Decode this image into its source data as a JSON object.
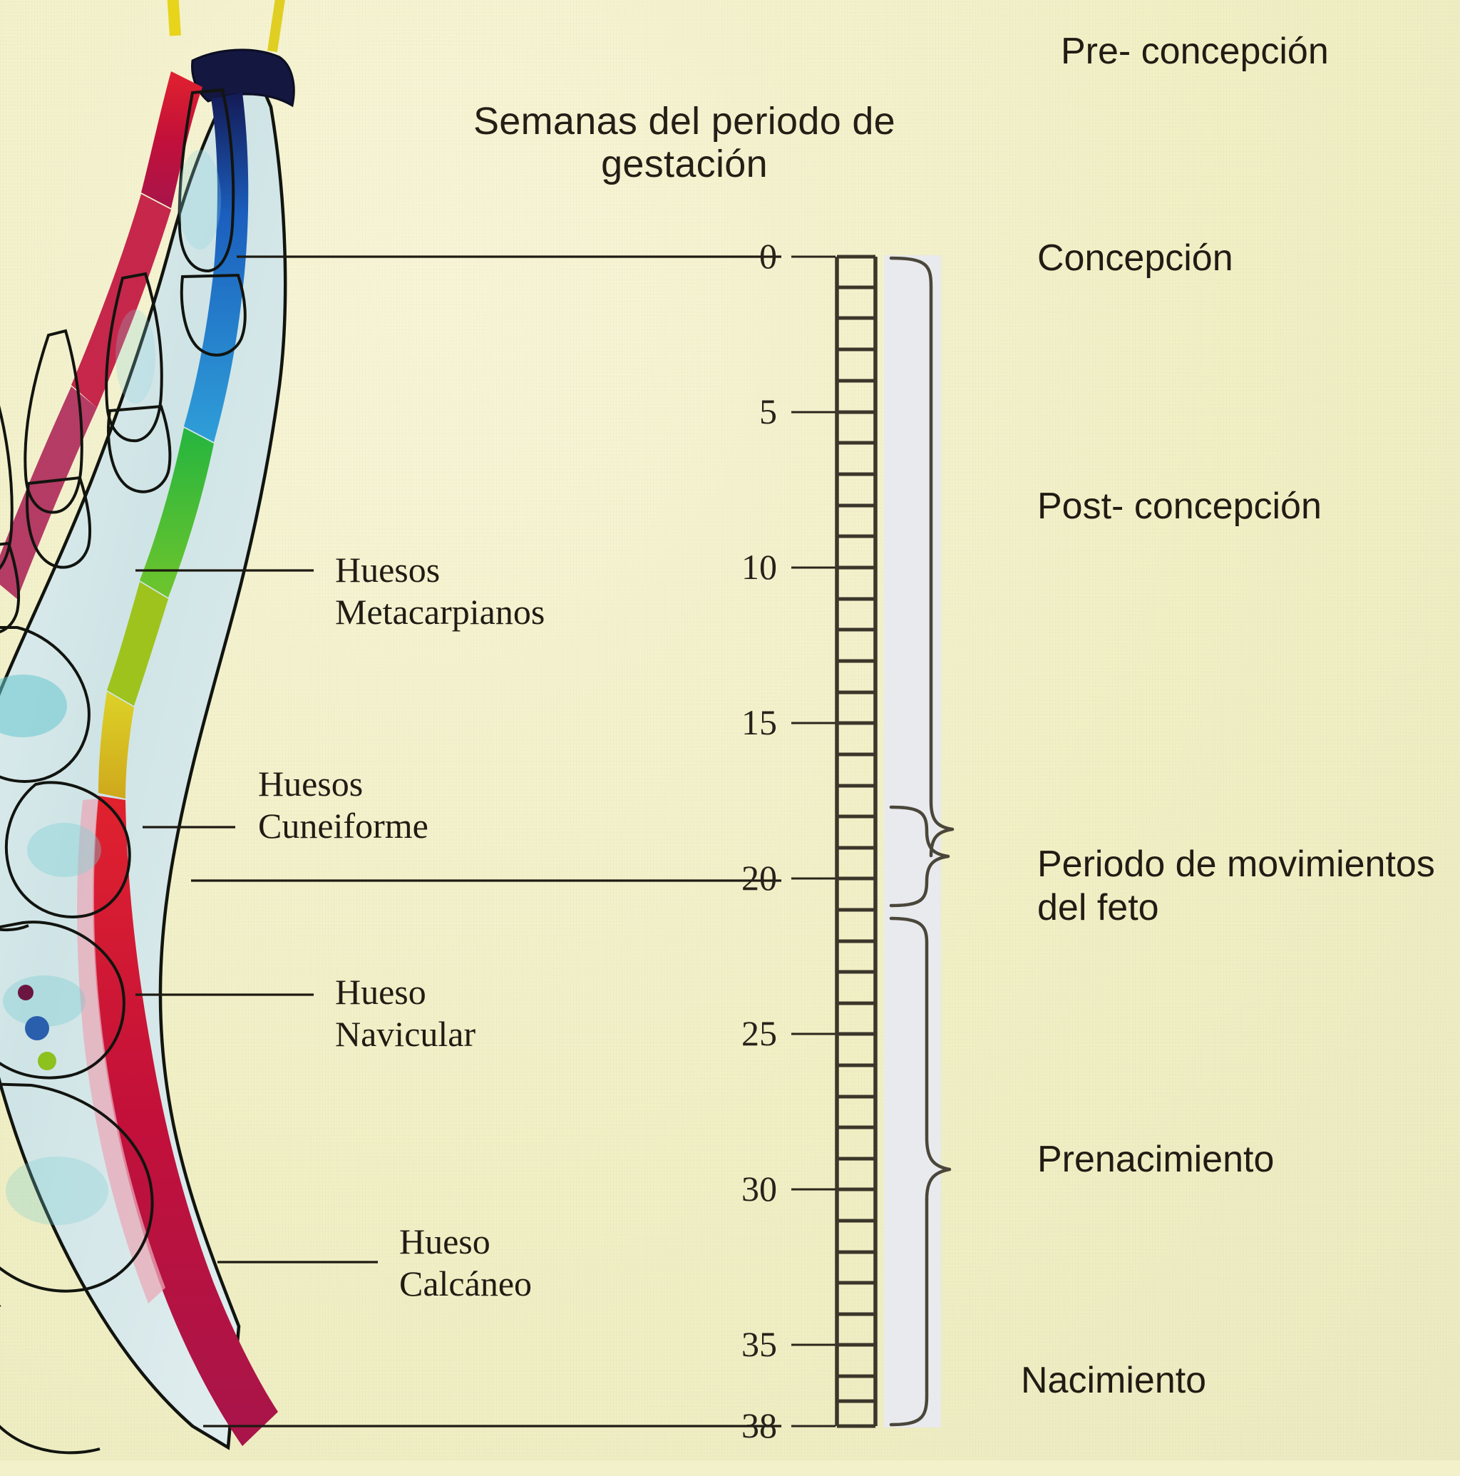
{
  "figure": {
    "background_color": "#f3f1c9",
    "title": "Semanas del periodo\nde gestación"
  },
  "bone_labels": [
    {
      "id": "metacarpianos",
      "text": "Huesos\nMetacarpianos",
      "leader_week": 10
    },
    {
      "id": "cuneiforme",
      "text": "Huesos\nCuneiforme",
      "leader_week": 20
    },
    {
      "id": "navicular",
      "text": "Hueso\nNavicular",
      "leader_week": 25
    },
    {
      "id": "calcaneo",
      "text": "Hueso\nCalcáneo",
      "leader_week": 33
    }
  ],
  "stage_labels": [
    {
      "id": "pre-concepcion",
      "text": "Pre- concepción"
    },
    {
      "id": "concepcion",
      "text": "Concepción"
    },
    {
      "id": "post-concepcion",
      "text": "Post- concepción"
    },
    {
      "id": "movimiento-feto",
      "text": "Periodo de movimientos\ndel feto"
    },
    {
      "id": "prenacimiento",
      "text": "Prenacimiento"
    },
    {
      "id": "nacimiento",
      "text": "Nacimiento"
    }
  ],
  "chart_data": {
    "type": "bar",
    "title": "Semanas del periodo de gestación",
    "xlabel": "",
    "ylabel": "Semanas del periodo de gestación",
    "ylim": [
      0,
      38
    ],
    "axis_orientation": "vertical",
    "grid": false,
    "legend": "none",
    "tick_labels": [
      "0",
      "5",
      "10",
      "15",
      "20",
      "25",
      "30",
      "35",
      "38"
    ],
    "tick_values": [
      0,
      5,
      10,
      15,
      20,
      25,
      30,
      35,
      38
    ],
    "minor_tick_step": 1,
    "categories": [
      "0",
      "1",
      "2",
      "3",
      "4",
      "5",
      "6",
      "7",
      "8",
      "9",
      "10",
      "11",
      "12",
      "13",
      "14",
      "15",
      "16",
      "17",
      "18",
      "19",
      "20",
      "21",
      "22",
      "23",
      "24",
      "25",
      "26",
      "27",
      "28",
      "29",
      "30",
      "31",
      "32",
      "33",
      "34",
      "35",
      "36",
      "37",
      "38"
    ],
    "values": [
      1,
      1,
      1,
      1,
      1,
      1,
      1,
      1,
      1,
      1,
      1,
      1,
      1,
      1,
      1,
      1,
      1,
      1,
      1,
      1,
      1,
      1,
      1,
      1,
      1,
      1,
      1,
      1,
      1,
      1,
      1,
      1,
      1,
      1,
      1,
      1,
      1,
      1,
      1
    ],
    "annotations": [
      {
        "label": "Pre- concepción",
        "week_start": null,
        "week_end": 0,
        "position": "above-scale"
      },
      {
        "label": "Concepción",
        "week_start": 0,
        "week_end": 0,
        "position": "tick"
      },
      {
        "label": "Post- concepción",
        "week_start": 0,
        "week_end": 19,
        "position": "brace"
      },
      {
        "label": "Periodo de movimientos\ndel feto",
        "week_start": 19,
        "week_end": 21,
        "position": "brace"
      },
      {
        "label": "Prenacimiento",
        "week_start": 21,
        "week_end": 30,
        "position": "brace"
      },
      {
        "label": "Nacimiento",
        "week_start": 30,
        "week_end": 38,
        "position": "brace"
      }
    ],
    "bone_markers": [
      {
        "label": "Huesos Metacarpianos",
        "week": 10
      },
      {
        "label": "Huesos Cuneiforme",
        "week": 20
      },
      {
        "label": "Hueso Navicular",
        "week": 25
      },
      {
        "label": "Hueso Calcáneo",
        "week": 33
      }
    ],
    "ossification_colors": {
      "amarillo": "#e8d317",
      "rojo": "#d8112a",
      "azul_oscuro": "#15194a",
      "azul": "#1f68c0",
      "verde": "#18a63a",
      "hueso": "#d8e8ea"
    }
  }
}
